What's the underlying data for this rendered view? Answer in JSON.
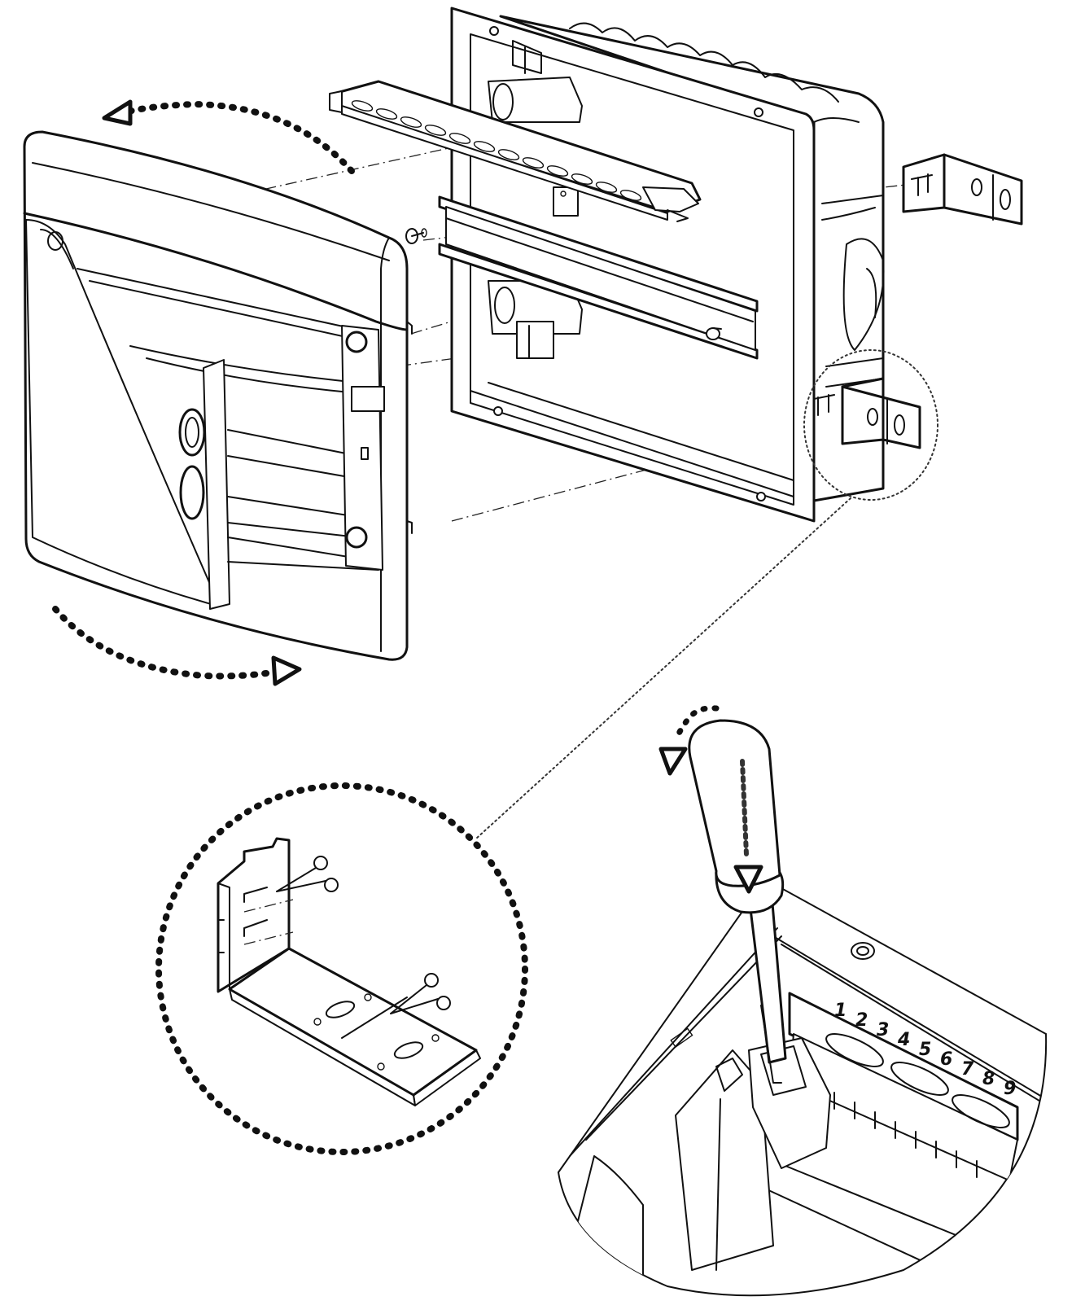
{
  "figure": {
    "type": "exploded assembly line drawing",
    "colors": {
      "line": "#111111",
      "background": "#ffffff"
    },
    "terminal_numbers": [
      "1",
      "2",
      "3",
      "4",
      "5",
      "6",
      "7",
      "8",
      "9"
    ]
  }
}
